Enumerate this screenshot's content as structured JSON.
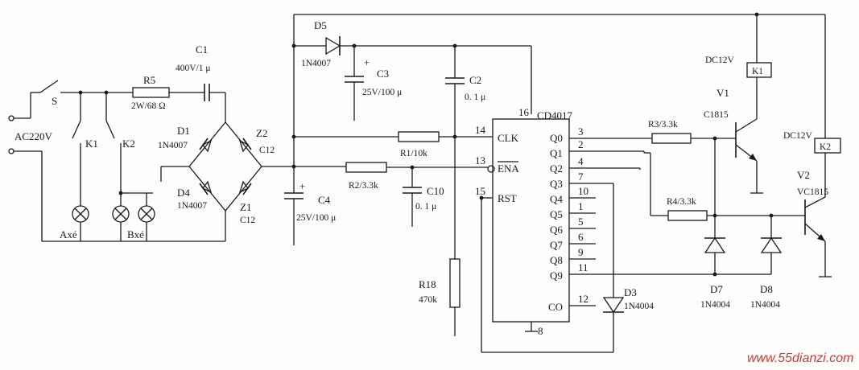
{
  "components": {
    "ac": "AC220V",
    "s": "S",
    "k1": "K1",
    "k2": "K2",
    "lamp_a": "Axé",
    "lamp_b": "Bxé",
    "r5_name": "R5",
    "r5_val": "2W/68 Ω",
    "c1_name": "C1",
    "c1_val": "400V/1 μ",
    "d1_name": "D1",
    "d1_val": "1N4007",
    "d4_name": "D4",
    "d4_val": "1N4007",
    "z2_name": "Z2",
    "z2_val": "C12",
    "z1_name": "Z1",
    "z1_val": "C12",
    "d5_name": "D5",
    "d5_val": "1N4007",
    "c3_name": "C3",
    "c3_val": "25V/100 μ",
    "c2_name": "C2",
    "c2_val": "0. 1 μ",
    "c4_name": "C4",
    "c4_val": "25V/100 μ",
    "r1": "R1/10k",
    "r2": "R2/3.3k",
    "c10_name": "C10",
    "c10_val": "0. 1 μ",
    "r18_name": "R18",
    "r18_val": "470k",
    "ic_name": "CD4017",
    "r3": "R3/3.3k",
    "r4": "R4/3.3k",
    "k1_coil": "K1",
    "k2_coil": "K2",
    "dc12v_1": "DC12V",
    "dc12v_2": "DC12V",
    "v1_name": "V1",
    "v1_val": "C1815",
    "v2_name": "V2",
    "v2_val": "VC1815",
    "d3_name": "D3",
    "d3_val": "1N4004",
    "d7_name": "D7",
    "d7_val": "1N4004",
    "d8_name": "D8",
    "d8_val": "1N4004",
    "plus_c3": "+",
    "plus_c4": "+"
  },
  "ic_pins": {
    "clk": "CLK",
    "ena": "ENA",
    "rst": "RST",
    "q0": "Q0",
    "q1": "Q1",
    "q2": "Q2",
    "q3": "Q3",
    "q4": "Q4",
    "q5": "Q5",
    "q6": "Q6",
    "q7": "Q7",
    "q8": "Q8",
    "q9": "Q9",
    "co": "CO",
    "p16": "16",
    "p14": "14",
    "p13": "13",
    "p15": "15",
    "p8": "8",
    "p3": "3",
    "p2": "2",
    "p4": "4",
    "p7": "7",
    "p10": "10",
    "p1": "1",
    "p5": "5",
    "p6": "6",
    "p9": "9",
    "p11": "11",
    "p12": "12"
  },
  "watermark": "www.55dianzi.com"
}
